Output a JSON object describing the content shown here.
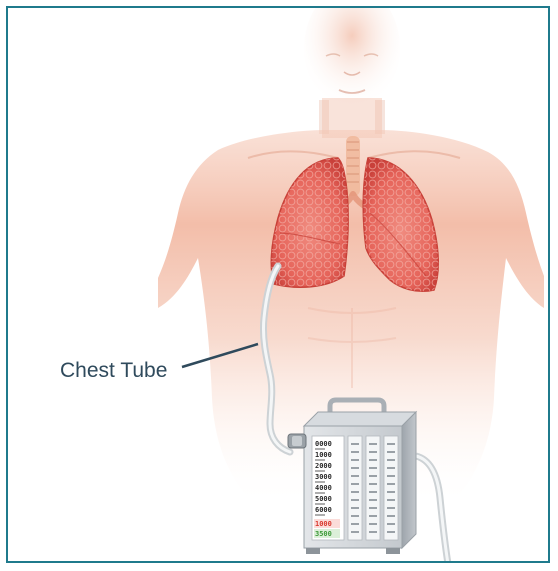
{
  "figure": {
    "callout_label": "Chest Tube",
    "drainage_scale": [
      "0000",
      "1000",
      "2000",
      "3000",
      "4000",
      "5000",
      "6000"
    ],
    "bottom_red_label": "1000",
    "bottom_green_label": "3500"
  },
  "colors": {
    "border": "#1f7a8c",
    "skin": "#f3b9a4",
    "lung": "#e2564a",
    "callout_text": "#2f4a5c",
    "device_body": "#cfd3d7",
    "scale_red": "#d93a2f",
    "scale_green": "#3f9a3a"
  }
}
